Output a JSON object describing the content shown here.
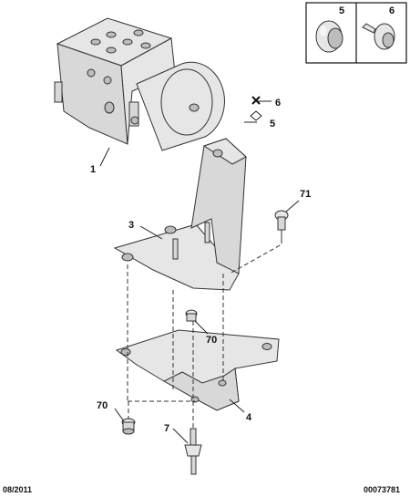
{
  "callouts": {
    "c1": "1",
    "c3": "3",
    "c4": "4",
    "c5": "5",
    "c6": "6",
    "c7": "7",
    "c70a": "70",
    "c70b": "70",
    "c71": "71"
  },
  "inset": {
    "label_left": "5",
    "label_right": "6"
  },
  "footer": {
    "date": "08/2011",
    "ref": "00073781"
  }
}
